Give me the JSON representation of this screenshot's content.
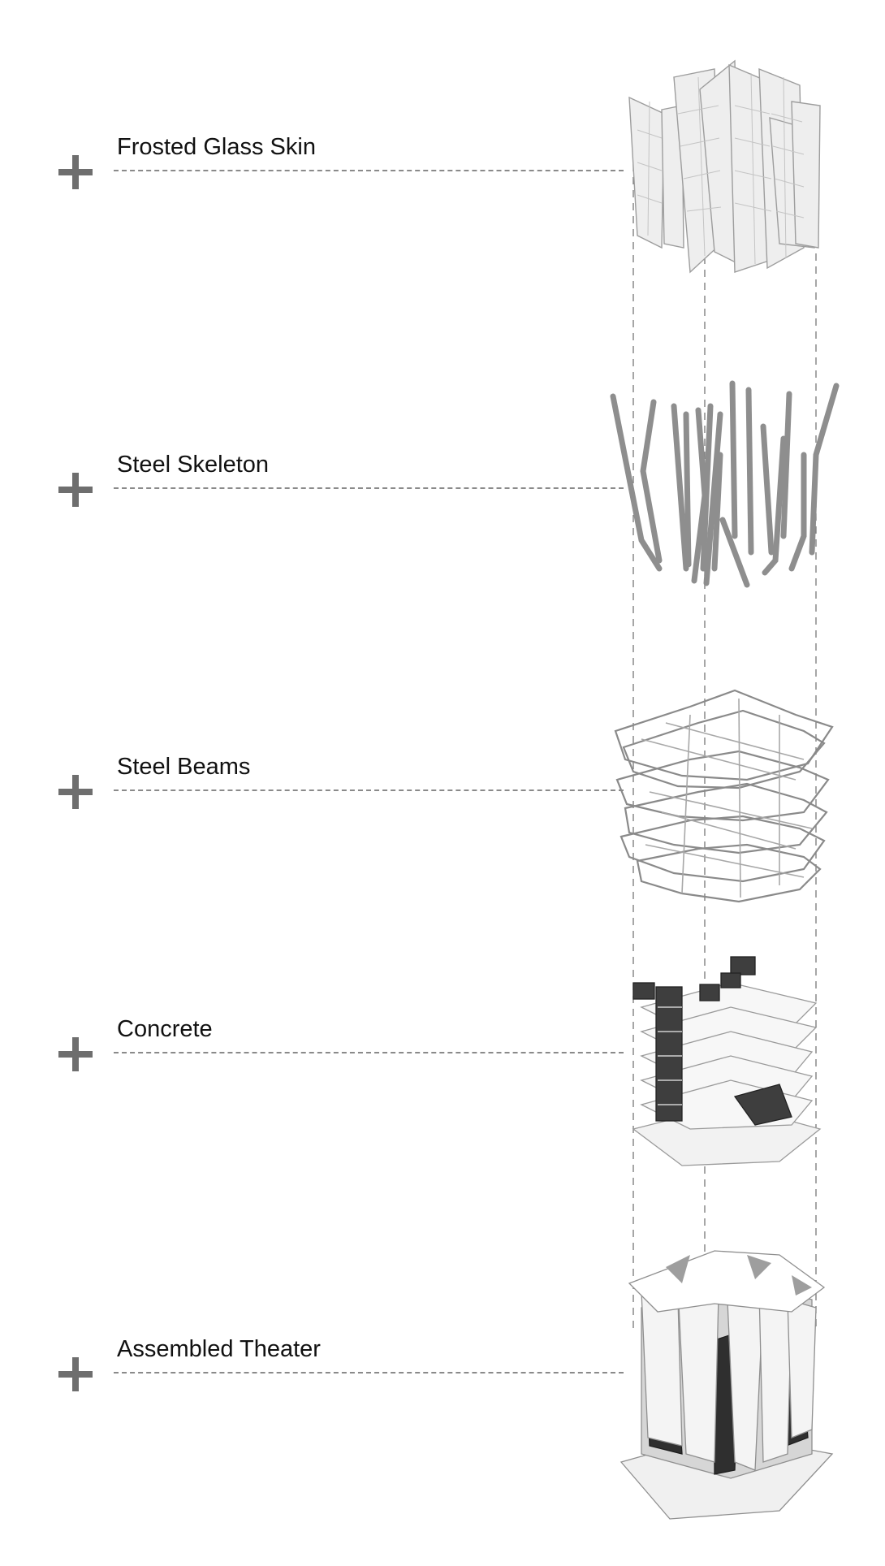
{
  "diagram": {
    "layers": [
      {
        "label": "Frosted Glass Skin",
        "icon": "plus-icon"
      },
      {
        "label": "Steel Skeleton",
        "icon": "plus-icon"
      },
      {
        "label": "Steel Beams",
        "icon": "plus-icon"
      },
      {
        "label": "Concrete",
        "icon": "plus-icon"
      },
      {
        "label": "Assembled Theater",
        "icon": "plus-icon"
      }
    ],
    "colors": {
      "icon": "#6e6e6e",
      "leader": "#8a8a8a",
      "text": "#111111",
      "drawing": "#9a9a9a"
    }
  }
}
